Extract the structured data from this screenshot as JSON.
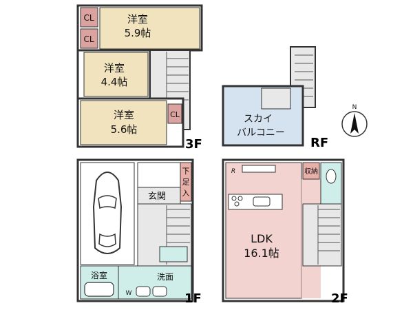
{
  "colors": {
    "bedroom": "#f1e3bd",
    "closet": "#dba3a0",
    "storage": "#e9b0aa",
    "ldk": "#f3d3d0",
    "skyBalcony": "#d5e2f0",
    "wet": "#cfeee9",
    "hall": "#e8e8e8",
    "wall": "#333333"
  },
  "floor3": {
    "label": "3F",
    "room1": {
      "name": "洋室",
      "size": "5.9帖"
    },
    "room2": {
      "name": "洋室",
      "size": "4.4帖"
    },
    "room3": {
      "name": "洋室",
      "size": "5.6帖"
    },
    "closet": "CL"
  },
  "roof": {
    "label": "RF",
    "sky_line1": "スカイ",
    "sky_line2": "バルコニー"
  },
  "floor1": {
    "label": "1F",
    "genkan": "玄関",
    "shoebox": "下足入",
    "bath": "浴室",
    "wash": "洗面",
    "toilet_mark": "W"
  },
  "floor2": {
    "label": "2F",
    "storage": "収納",
    "ldk": "LDK",
    "ldk_size": "16.1帖",
    "fridge_mark": "R"
  },
  "compass": {
    "north": "N"
  }
}
